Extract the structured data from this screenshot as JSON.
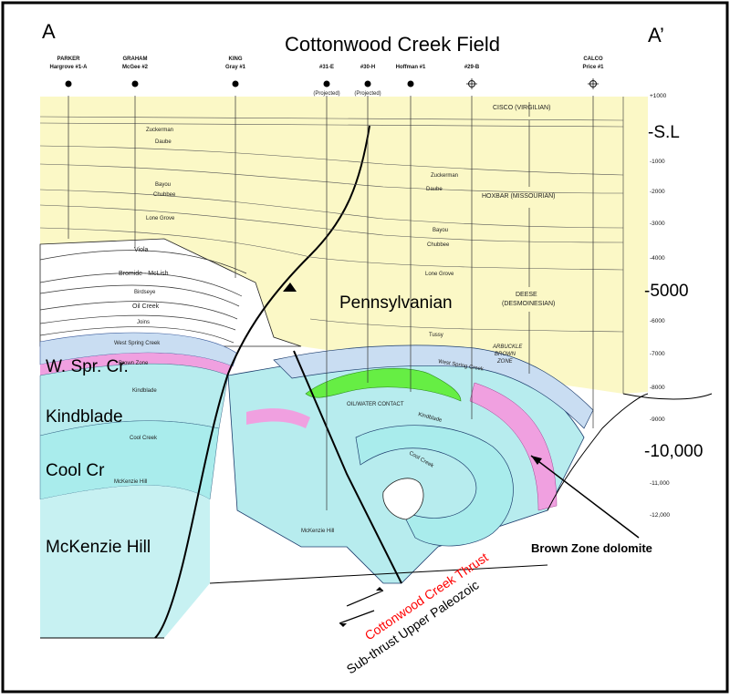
{
  "title": "Cottonwood Creek Field",
  "section_start": "A",
  "section_end": "A’",
  "wells": [
    {
      "operator": "PARKER",
      "name": "Hargrove #1-A"
    },
    {
      "operator": "GRAHAM",
      "name": "McGee #2"
    },
    {
      "operator": "KING",
      "name": "Gray #1"
    },
    {
      "operator": "",
      "name": "#31-E",
      "note": "(Projected)"
    },
    {
      "operator": "",
      "name": "#30-H",
      "note": "(Projected)"
    },
    {
      "operator": "",
      "name": "Hoffman #1"
    },
    {
      "operator": "",
      "name": "#29-B"
    },
    {
      "operator": "CALCO",
      "name": "Price #1"
    }
  ],
  "depth_scale": [
    "+1000",
    "-1000",
    "-2000",
    "-3000",
    "-4000",
    "-6000",
    "-7000",
    "-8000",
    "-9000",
    "-11,000",
    "-12,000"
  ],
  "depth_callouts": {
    "sea_level": "-S.L",
    "d5000": "-5000",
    "d10000": "-10,000"
  },
  "left_units": {
    "west_spring_creek": "W. Spr. Cr.",
    "kindblade": "Kindblade",
    "cool_creek": "Cool Cr",
    "mckenzie_hill": "McKenzie Hill"
  },
  "formations": {
    "zuckerman": "Zuckerman",
    "daube": "Daube",
    "bayou": "Bayou",
    "chubbee": "Chubbee",
    "lone_grove": "Lone Grove",
    "tussy": "Tussy",
    "viola": "Viola",
    "bromide": "Bromide - McLish",
    "birdseye": "Birdseye",
    "oil_creek": "Oil Creek",
    "joins": "Joins",
    "west_spring_creek": "West Spring Creek",
    "brown_zone": "Brown Zone",
    "kindblade": "Kindblade",
    "cool_creek": "Cool Creek",
    "mckenzie_hill": "McKenzie Hill",
    "oil_water": "OIL/WATER CONTACT"
  },
  "series": {
    "cisco": "CISCO (VIRGILIAN)",
    "hoxbar": "HOXBAR (MISSOURIAN)",
    "deese": "DEESE",
    "deese_sub": "(DESMOINESIAN)",
    "arbuckle_1": "ARBUCKLE",
    "arbuckle_2": "BROWN",
    "arbuckle_3": "ZONE"
  },
  "pennsylvanian": "Pennsylvanian",
  "annotations": {
    "brown_zone_dolomite": "Brown Zone dolomite",
    "thrust": "Cottonwood Creek Thrust",
    "subthrust": "Sub-thrust Upper Paleozoic"
  },
  "colors": {
    "pennsylvanian": "#fbf8c6",
    "west_spring_creek": "#c9ddf2",
    "brown_zone": "#f0a0e0",
    "kindblade": "#b7ecee",
    "cool_creek": "#a9ecec",
    "mckenzie_hill": "#c7f1f2",
    "oil": "#66ee44",
    "thrust_label": "#ff0000"
  }
}
